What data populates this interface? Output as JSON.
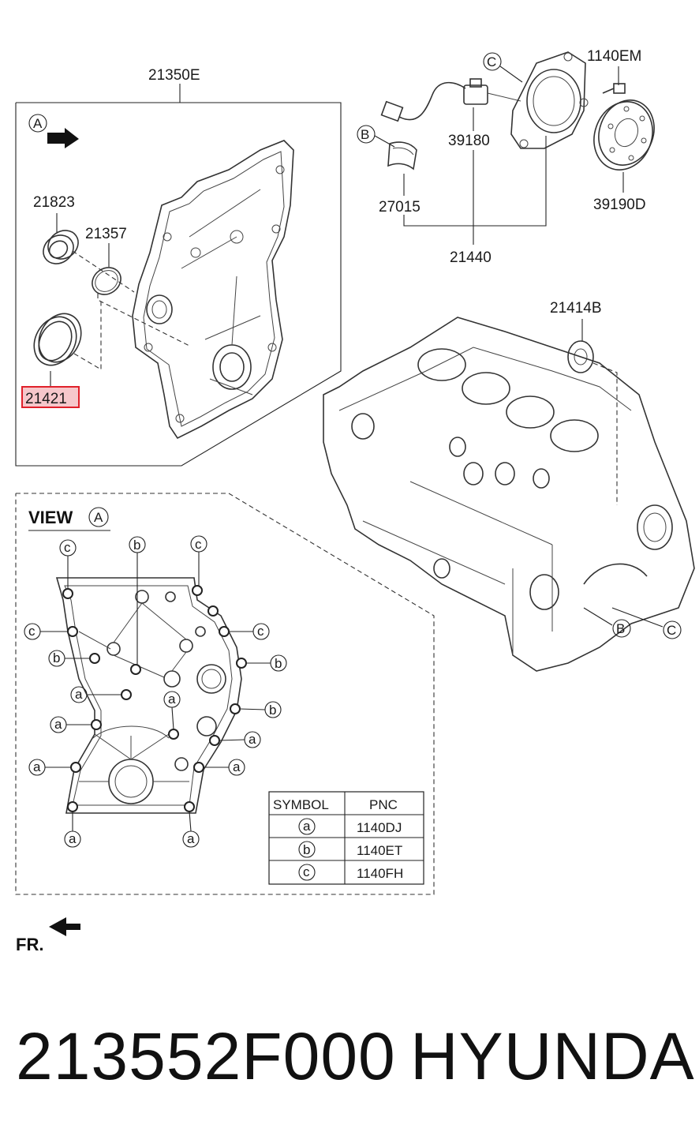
{
  "labels": {
    "cover_assy": "21350E",
    "seal_upper": "21823",
    "gasket": "21357",
    "front_seal": "21421",
    "sensor": "39180",
    "bracket": "27015",
    "rear_assy": "21440",
    "bolt": "1140EM",
    "tone_wheel": "39190D",
    "plug": "21414B"
  },
  "callouts": {
    "view_letter": "A",
    "b": "B",
    "c": "C"
  },
  "view_title": "VIEW",
  "front_label": "FR.",
  "symbol_table": {
    "header_symbol": "SYMBOL",
    "header_pnc": "PNC",
    "rows": [
      {
        "symbol": "a",
        "pnc": "1140DJ"
      },
      {
        "symbol": "b",
        "pnc": "1140ET"
      },
      {
        "symbol": "c",
        "pnc": "1140FH"
      }
    ]
  },
  "view_symbols": {
    "a": "a",
    "b": "b",
    "c": "c"
  },
  "footer": {
    "part_number": "213552F000",
    "brand": "HYUNDAI"
  },
  "colors": {
    "highlight": "#e0202a",
    "highlight_fill": "#f6c7cb",
    "line": "#222222"
  },
  "icons": [
    "arrow-icon",
    "front-arrow-icon"
  ]
}
